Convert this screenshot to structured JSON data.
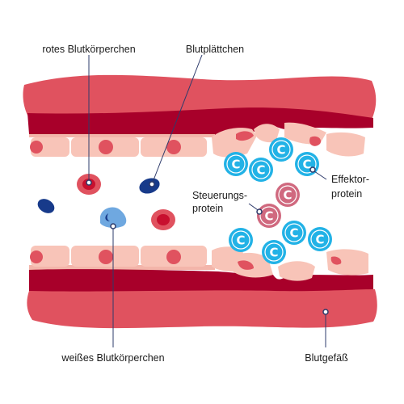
{
  "labels": {
    "red_blood_cell": "rotes Blutkörperchen",
    "platelet": "Blutplättchen",
    "effector_line1": "Effektor-",
    "effector_line2": "protein",
    "regulator_line1": "Steuerungs-",
    "regulator_line2": "protein",
    "white_blood_cell": "weißes Blutkörperchen",
    "vessel": "Blutgefäß"
  },
  "protein_letter": "C",
  "colors": {
    "vessel_outer": "#e0525f",
    "vessel_inner": "#a8002a",
    "cell_layer": "#f8c4b8",
    "cell_nucleus": "#e0525f",
    "red_cell": "#e0525f",
    "red_cell_core": "#c8102e",
    "platelet": "#173a8a",
    "white_cell": "#6fa8e0",
    "effector_protein": "#22b2e6",
    "regulator_protein": "#d0697f",
    "leader": "#2e3b6b"
  },
  "icons": {
    "red_blood_cell": "red-blood-cell-icon",
    "platelet": "platelet-icon",
    "white_blood_cell": "white-blood-cell-icon",
    "protein": "complement-protein-icon"
  }
}
